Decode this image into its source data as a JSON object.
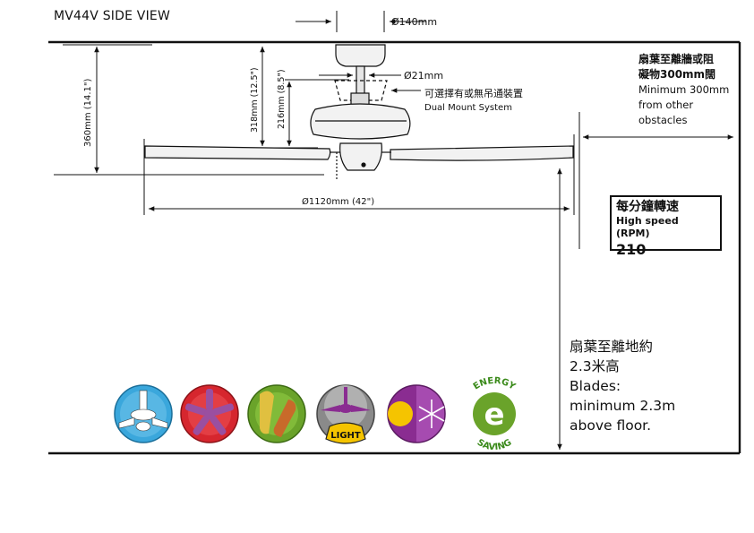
{
  "title": "MV44V  SIDE VIEW",
  "dimensions": {
    "canopy_width": "Ø140mm",
    "downrod_dia": "Ø21mm",
    "span": "Ø1120mm  (42\")",
    "height_total": "360mm (14.1\")",
    "height_318": "318mm (12.5\")",
    "height_216": "216mm (8.5\")"
  },
  "dual_mount": {
    "zh": "可選擇有或無吊通裝置",
    "en": "Dual Mount System"
  },
  "clearance": {
    "zh_line1": "扇葉至離牆或阻",
    "zh_line2": "礙物300mm闊",
    "en_line1": "Minimum 300mm",
    "en_line2": "from other",
    "en_line3": "obstacles"
  },
  "rpm": {
    "zh": "每分鐘轉速",
    "en": "High speed  (RPM)",
    "value": "210"
  },
  "floor": {
    "zh_line1": "扇葉至離地約",
    "zh_line2": "2.3米高",
    "en_line1": "Blades:",
    "en_line2": "minimum 2.3m",
    "en_line3": "above floor."
  },
  "badges": {
    "light": "LIGHT",
    "energy": "ENERGY",
    "saving": "SAVING"
  },
  "colors": {
    "line": "#111111",
    "blade_fill": "#f2f2f2",
    "light_blue": "#3aa7dc",
    "red": "#d6262e",
    "green": "#6aa32a",
    "purple": "#8a2c91",
    "yellow": "#f5c400"
  }
}
